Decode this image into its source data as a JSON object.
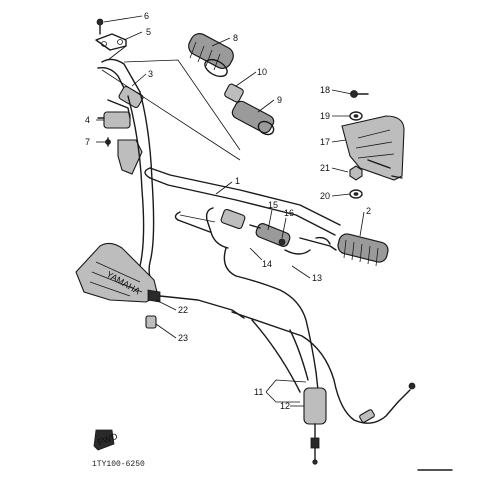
{
  "diagram": {
    "callouts": [
      {
        "id": "c1",
        "text": "1"
      },
      {
        "id": "c2",
        "text": "2"
      },
      {
        "id": "c3",
        "text": "3"
      },
      {
        "id": "c4",
        "text": "4"
      },
      {
        "id": "c5",
        "text": "5"
      },
      {
        "id": "c6",
        "text": "6"
      },
      {
        "id": "c7",
        "text": "7"
      },
      {
        "id": "c8",
        "text": "8"
      },
      {
        "id": "c9",
        "text": "9"
      },
      {
        "id": "c10",
        "text": "10"
      },
      {
        "id": "c11",
        "text": "11"
      },
      {
        "id": "c12",
        "text": "12"
      },
      {
        "id": "c13",
        "text": "13"
      },
      {
        "id": "c14",
        "text": "14"
      },
      {
        "id": "c15",
        "text": "15"
      },
      {
        "id": "c16",
        "text": "16"
      },
      {
        "id": "c17",
        "text": "17"
      },
      {
        "id": "c18",
        "text": "18"
      },
      {
        "id": "c19",
        "text": "19"
      },
      {
        "id": "c20",
        "text": "20"
      },
      {
        "id": "c21",
        "text": "21"
      },
      {
        "id": "c22",
        "text": "22"
      },
      {
        "id": "c23",
        "text": "23"
      }
    ],
    "drawing_code": "1TY100-6250",
    "fwd_label": "FWD",
    "guard_lettering": "YAMAHA"
  }
}
